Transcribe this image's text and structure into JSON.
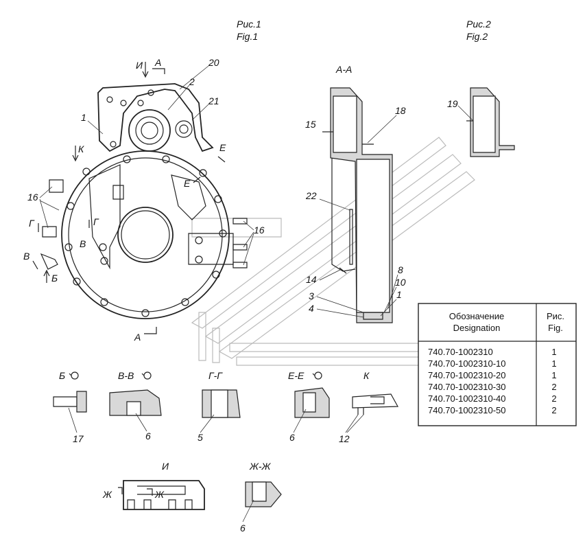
{
  "figures": {
    "fig1_ru": "Рис.1",
    "fig1_en": "Fig.1",
    "fig2_ru": "Рис.2",
    "fig2_en": "Fig.2"
  },
  "section_labels": {
    "aa": "А-А",
    "b": "Б",
    "vv": "В-В",
    "gg": "Г-Г",
    "ee": "Е-Е",
    "k": "К",
    "i": "И",
    "zhzh": "Ж-Ж"
  },
  "markers": {
    "i": "И",
    "a_top": "А",
    "a_bottom": "А",
    "k": "К",
    "e1": "Е",
    "e2": "Е",
    "g1": "Г",
    "g2": "Г",
    "v1": "В",
    "v2": "В",
    "b": "Б",
    "zh1": "Ж",
    "zh2": "Ж"
  },
  "callouts": {
    "n1": "1",
    "n2": "2",
    "n3": "3",
    "n4": "4",
    "n5": "5",
    "n6a": "6",
    "n6b": "6",
    "n6c": "6",
    "n8": "8",
    "n10": "10",
    "n11": "1",
    "n12": "12",
    "n14": "14",
    "n15": "15",
    "n16a": "16",
    "n16b": "16",
    "n17": "17",
    "n18": "18",
    "n19": "19",
    "n20": "20",
    "n21": "21",
    "n22": "22"
  },
  "table": {
    "header_designation_ru": "Обозначение",
    "header_designation_en": "Designation",
    "header_fig_ru": "Рис.",
    "header_fig_en": "Fig.",
    "rows": [
      {
        "designation": "740.70-1002310",
        "fig": "1"
      },
      {
        "designation": "740.70-1002310-10",
        "fig": "1"
      },
      {
        "designation": "740.70-1002310-20",
        "fig": "1"
      },
      {
        "designation": "740.70-1002310-30",
        "fig": "2"
      },
      {
        "designation": "740.70-1002310-40",
        "fig": "2"
      },
      {
        "designation": "740.70-1002310-50",
        "fig": "2"
      }
    ]
  }
}
